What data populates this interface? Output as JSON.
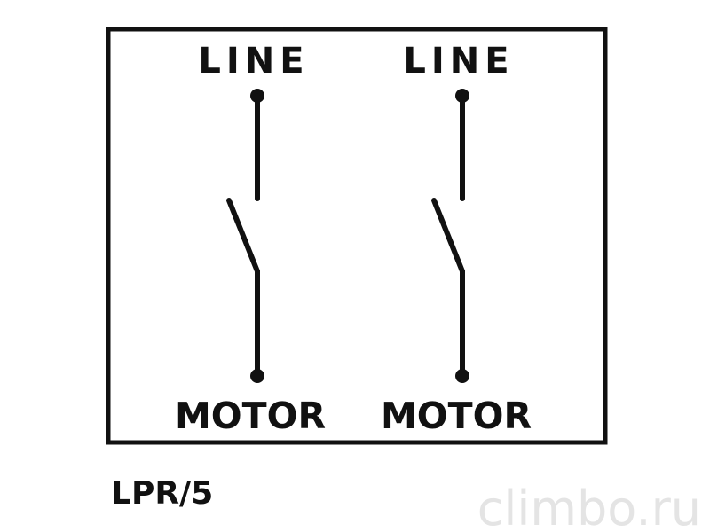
{
  "diagram": {
    "poles": [
      {
        "top_label": "LINE",
        "bottom_label": "MOTOR"
      },
      {
        "top_label": "LINE",
        "bottom_label": "MOTOR"
      }
    ],
    "model_label": "LPR/5",
    "watermark": "climbo.ru"
  },
  "colors": {
    "ink": "#111111",
    "watermark": "#e4e4e4",
    "background": "#ffffff"
  }
}
